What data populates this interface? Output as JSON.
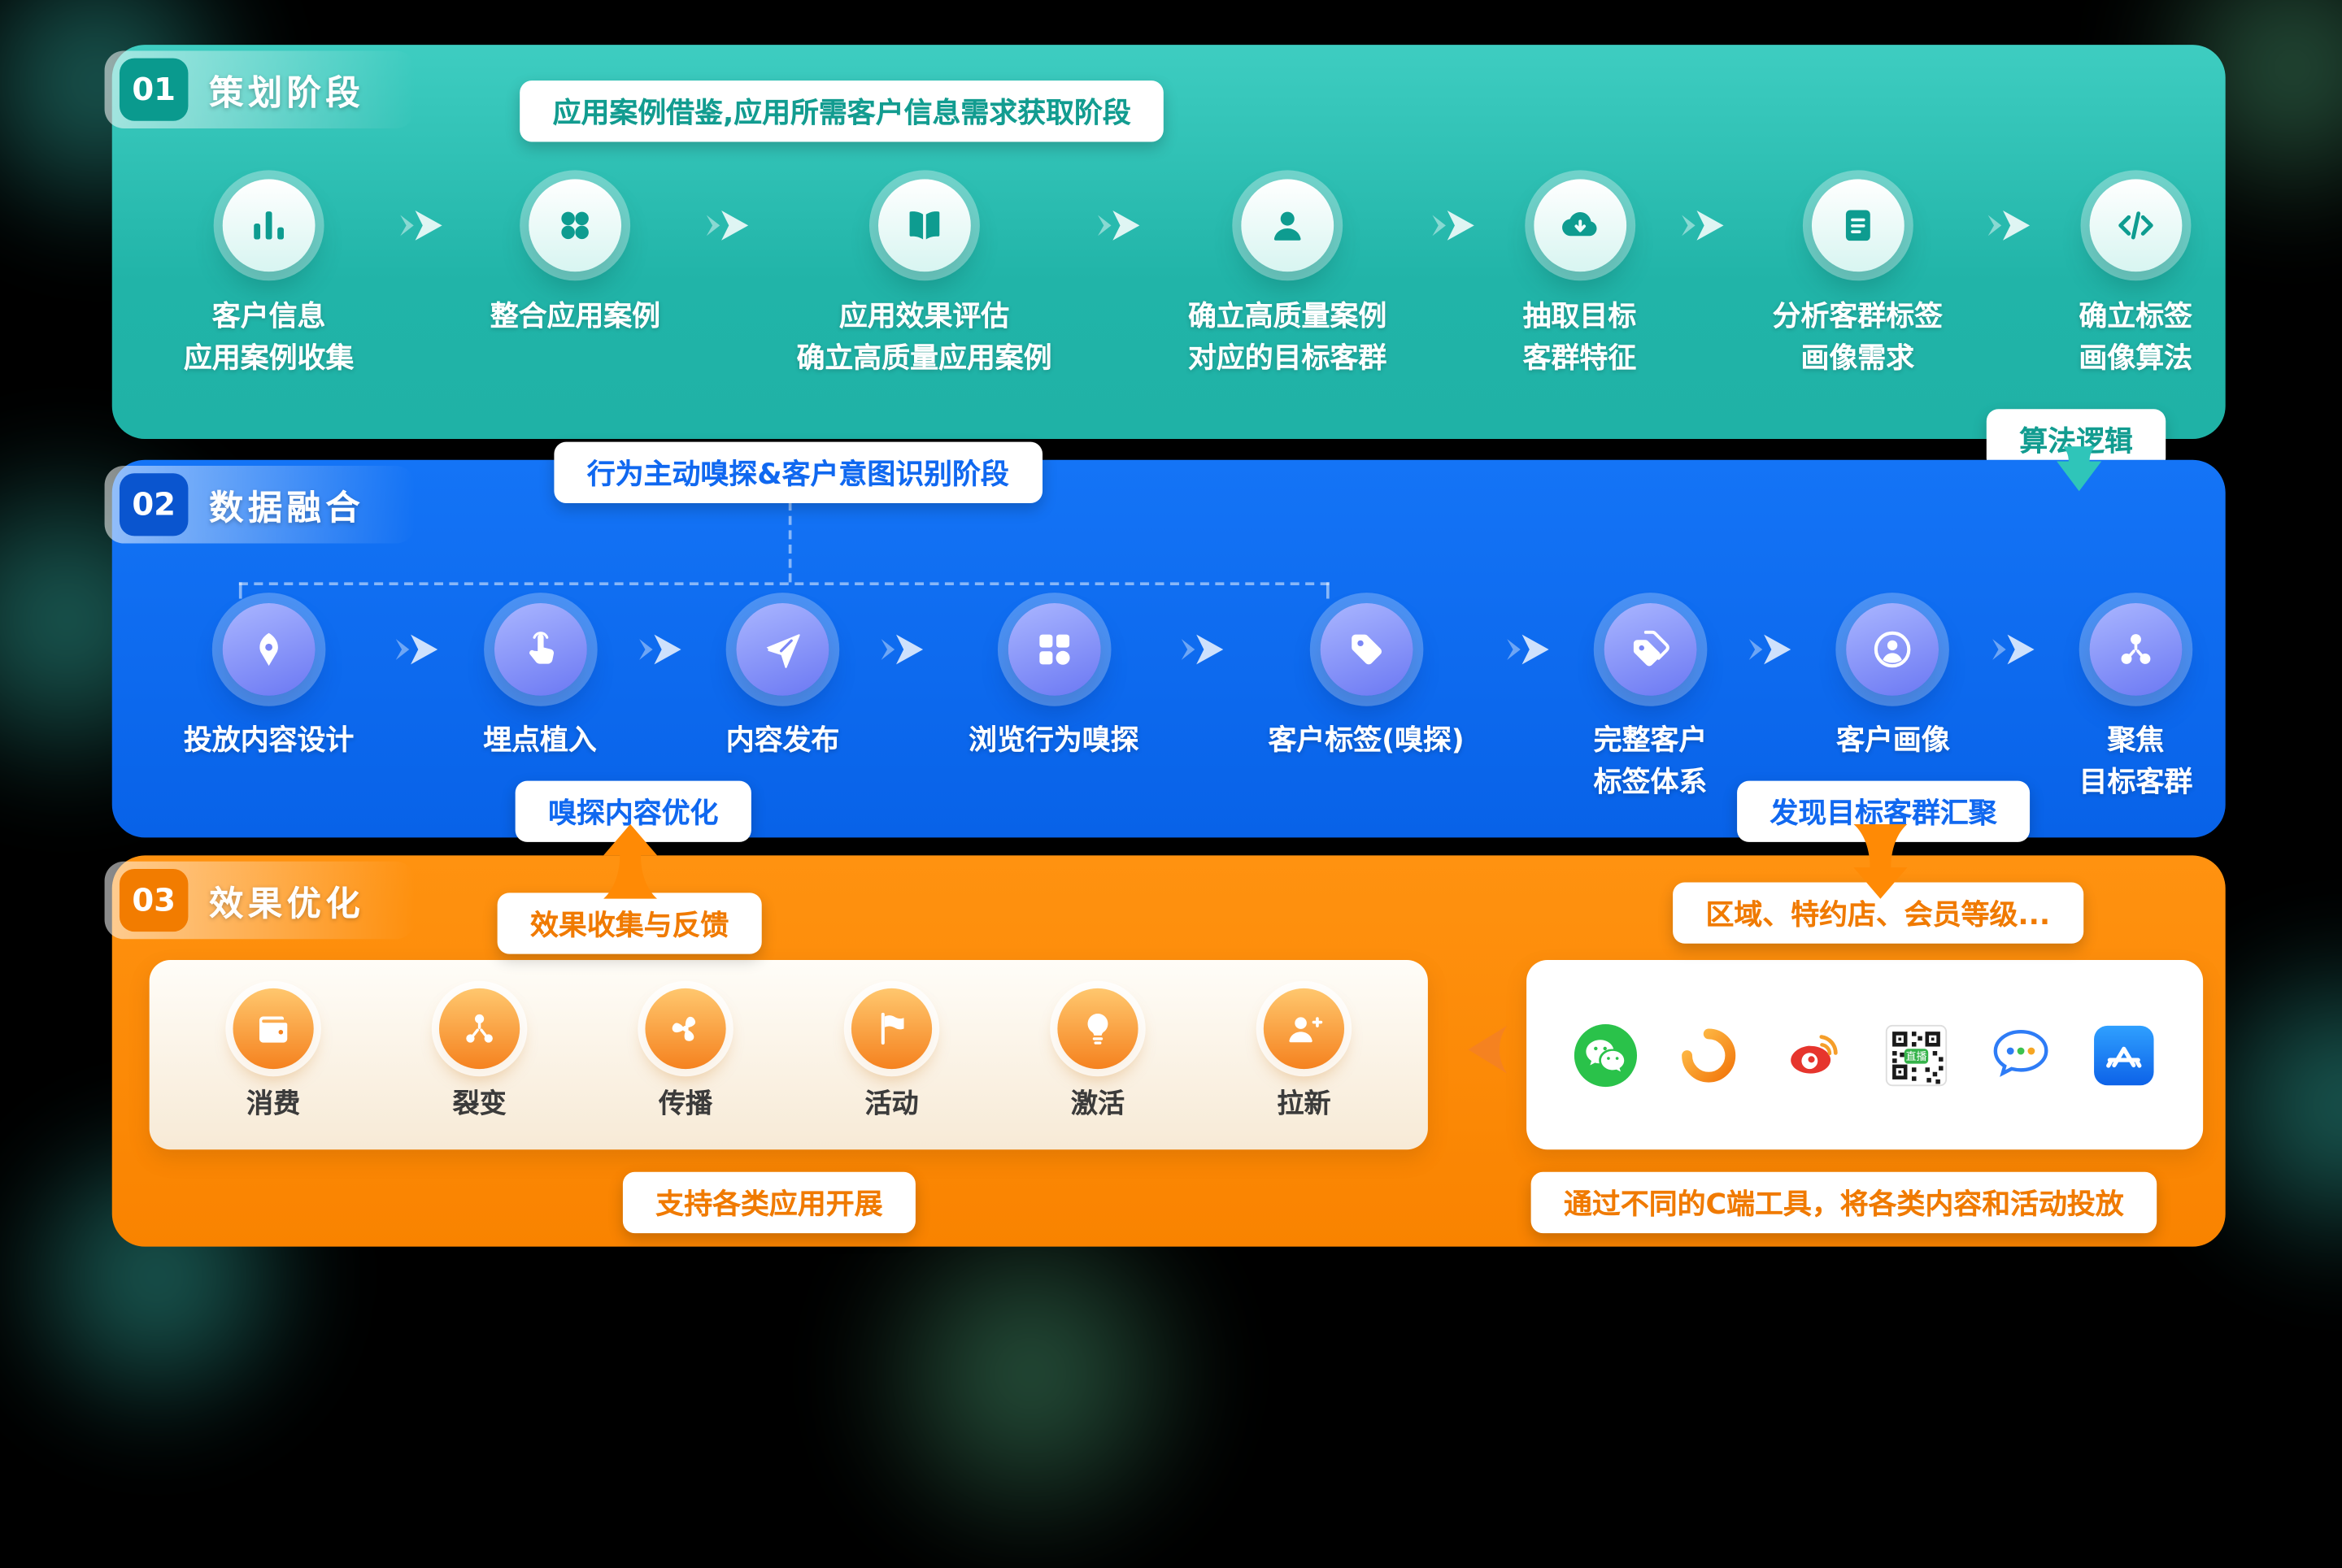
{
  "colors": {
    "teal": "#2BBFB3",
    "blue": "#0B6CF2",
    "orange": "#FF8A05"
  },
  "phase1": {
    "number": "01",
    "title": "策划阶段",
    "banner": "应用案例借鉴,应用所需客户信息需求获取阶段",
    "note": "算法逻辑",
    "steps": [
      {
        "l1": "客户信息",
        "l2": "应用案例收集"
      },
      {
        "l1": "整合应用案例",
        "l2": ""
      },
      {
        "l1": "应用效果评估",
        "l2": "确立高质量应用案例"
      },
      {
        "l1": "确立高质量案例",
        "l2": "对应的目标客群"
      },
      {
        "l1": "抽取目标",
        "l2": "客群特征"
      },
      {
        "l1": "分析客群标签",
        "l2": "画像需求"
      },
      {
        "l1": "确立标签",
        "l2": "画像算法"
      }
    ]
  },
  "phase2": {
    "number": "02",
    "title": "数据融合",
    "banner": "行为主动嗅探&客户意图识别阶段",
    "note_left": "嗅探内容优化",
    "note_right": "发现目标客群汇聚",
    "steps": [
      {
        "l1": "投放内容设计",
        "l2": ""
      },
      {
        "l1": "埋点植入",
        "l2": ""
      },
      {
        "l1": "内容发布",
        "l2": ""
      },
      {
        "l1": "浏览行为嗅探",
        "l2": ""
      },
      {
        "l1": "客户标签(嗅探)",
        "l2": ""
      },
      {
        "l1": "完整客户",
        "l2": "标签体系"
      },
      {
        "l1": "客户画像",
        "l2": ""
      },
      {
        "l1": "聚焦",
        "l2": "目标客群"
      }
    ]
  },
  "phase3": {
    "number": "03",
    "title": "效果优化",
    "note_feedback": "效果收集与反馈",
    "note_segments": "区域、特约店、会员等级...",
    "apps": [
      {
        "label": "消费"
      },
      {
        "label": "裂变"
      },
      {
        "label": "传播"
      },
      {
        "label": "活动"
      },
      {
        "label": "激活"
      },
      {
        "label": "拉新"
      }
    ],
    "channels": [
      "wechat-icon",
      "channels-loop-icon",
      "weibo-icon",
      "live-qr-icon",
      "chat-dots-icon",
      "app-store-icon"
    ],
    "live_qr_label": "直播",
    "caption_left": "支持各类应用开展",
    "caption_right": "通过不同的C端工具，将各类内容和活动投放"
  }
}
